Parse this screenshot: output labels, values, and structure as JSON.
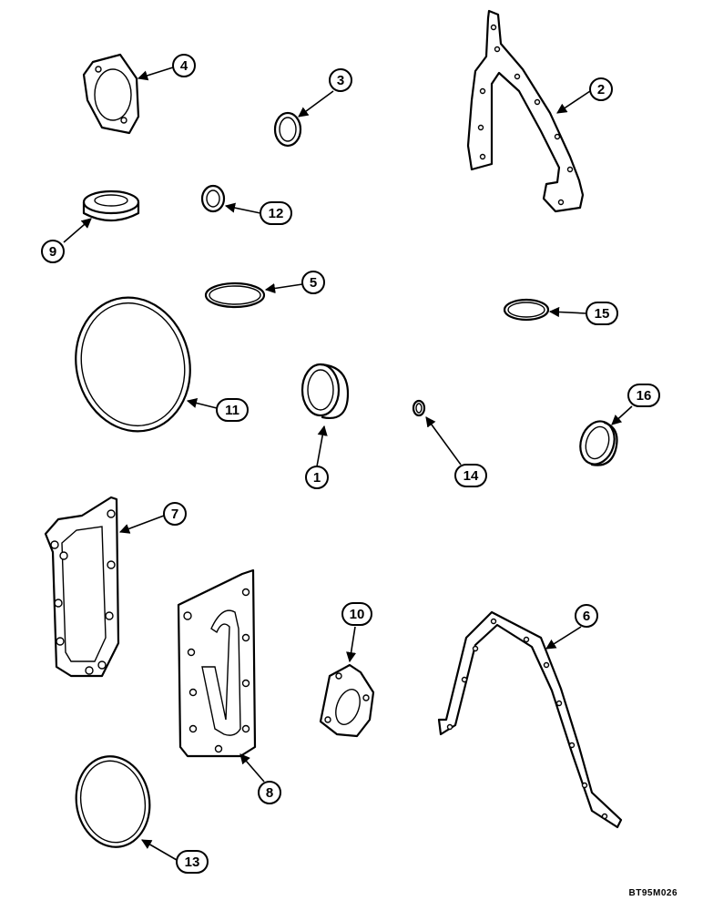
{
  "drawing_code": "BT95M026",
  "callouts": {
    "c1": "1",
    "c2": "2",
    "c3": "3",
    "c4": "4",
    "c5": "5",
    "c6": "6",
    "c7": "7",
    "c8": "8",
    "c9": "9",
    "c10": "10",
    "c11": "11",
    "c12": "12",
    "c13": "13",
    "c14": "14",
    "c15": "15",
    "c16": "16"
  }
}
